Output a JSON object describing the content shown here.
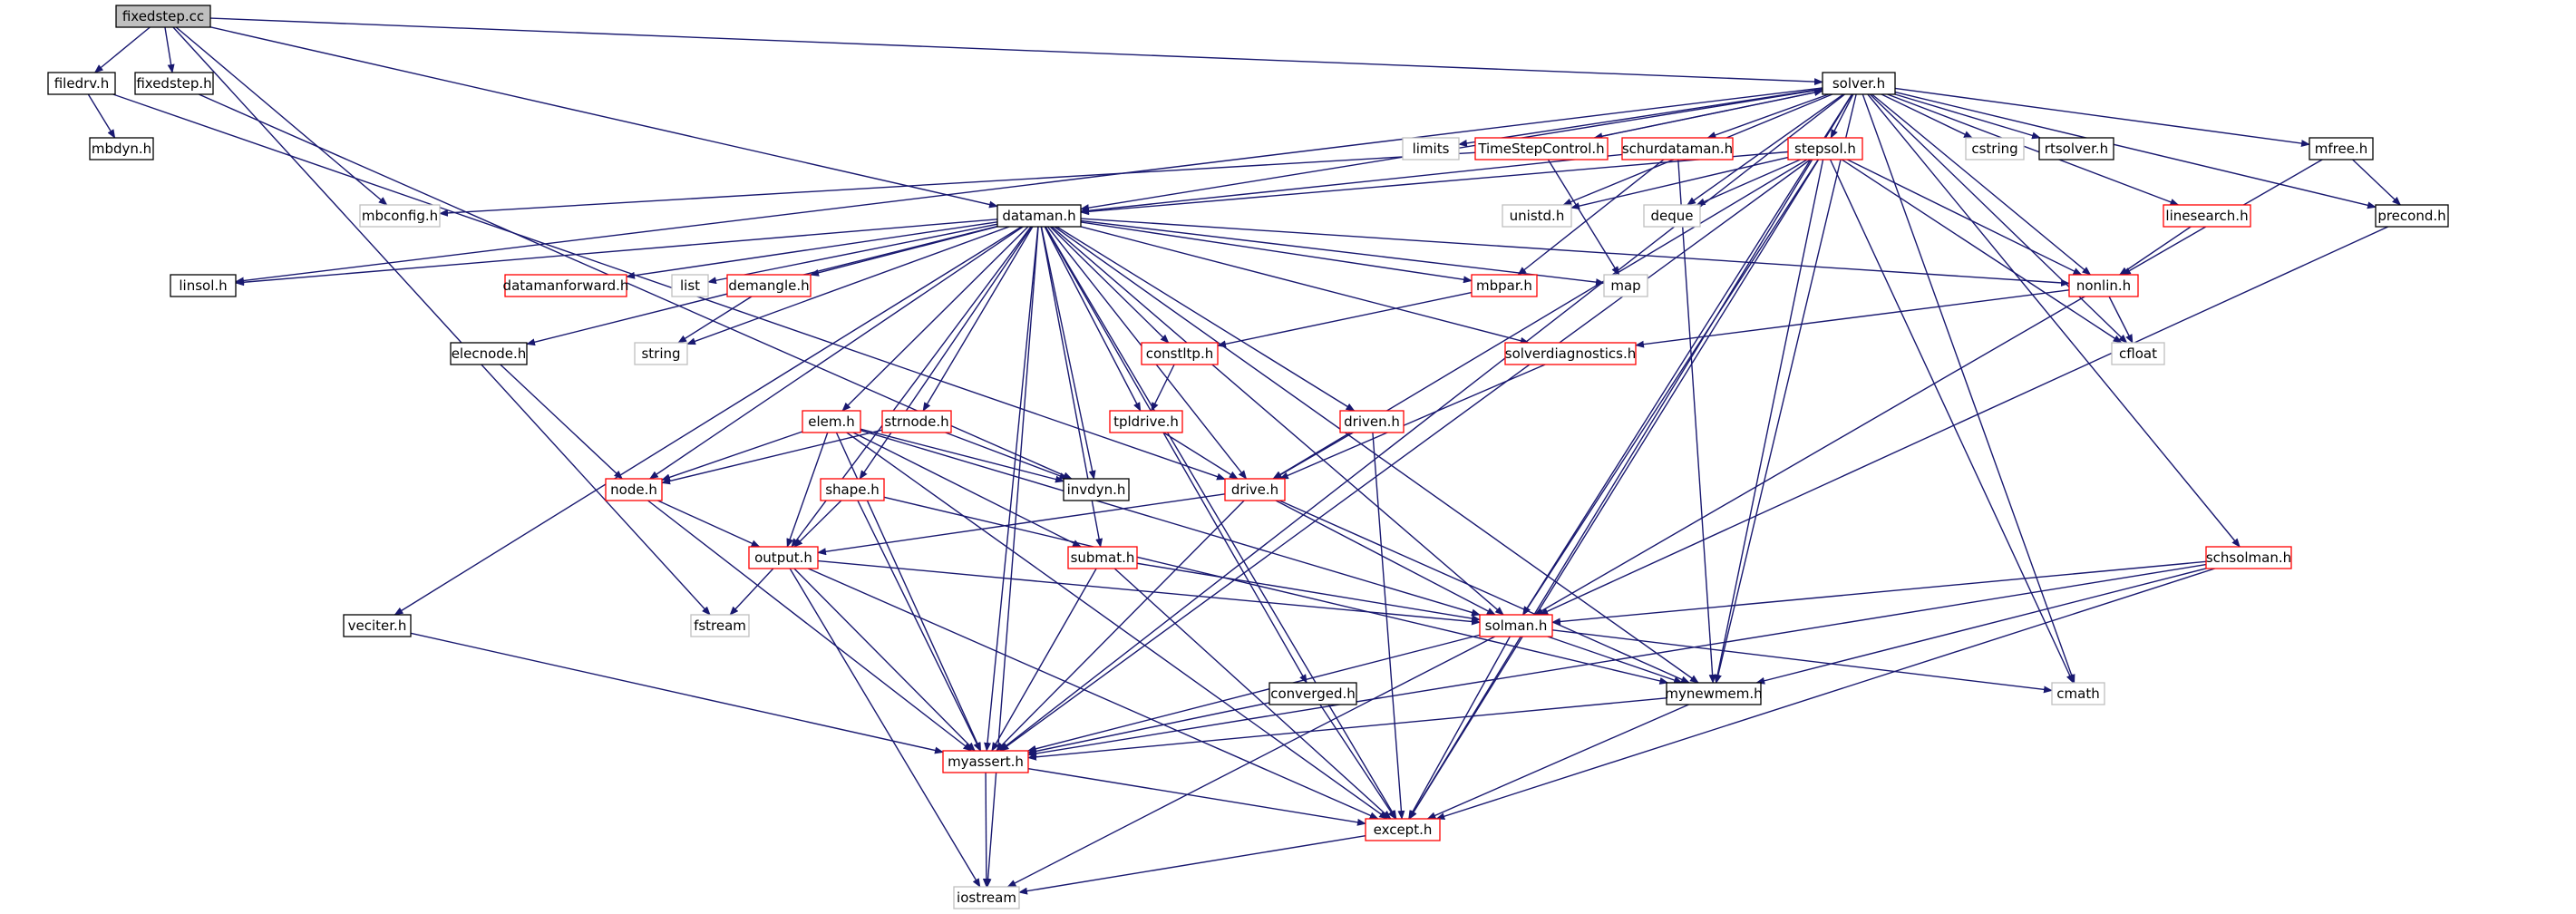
{
  "colors": {
    "edge": "#191970",
    "root_fill": "#bfbfbf",
    "box_black": "#000000",
    "box_red": "#ff0000",
    "box_gray": "#bfbfbf",
    "background": "#ffffff"
  },
  "nodes": [
    {
      "id": "fixedstep_cc",
      "label": "fixedstep.cc",
      "style": "root"
    },
    {
      "id": "filedrv_h",
      "label": "filedrv.h",
      "style": "black"
    },
    {
      "id": "fixedstep_h",
      "label": "fixedstep.h",
      "style": "black"
    },
    {
      "id": "mbdyn_h",
      "label": "mbdyn.h",
      "style": "black"
    },
    {
      "id": "solver_h",
      "label": "solver.h",
      "style": "black"
    },
    {
      "id": "limits",
      "label": "limits",
      "style": "gray"
    },
    {
      "id": "timestepcontrol_h",
      "label": "TimeStepControl.h",
      "style": "red"
    },
    {
      "id": "schurdataman_h",
      "label": "schurdataman.h",
      "style": "red"
    },
    {
      "id": "stepsol_h",
      "label": "stepsol.h",
      "style": "red"
    },
    {
      "id": "cstring",
      "label": "cstring",
      "style": "gray"
    },
    {
      "id": "rtsolver_h",
      "label": "rtsolver.h",
      "style": "black"
    },
    {
      "id": "mfree_h",
      "label": "mfree.h",
      "style": "black"
    },
    {
      "id": "mbconfig_h",
      "label": "mbconfig.h",
      "style": "gray"
    },
    {
      "id": "dataman_h",
      "label": "dataman.h",
      "style": "black"
    },
    {
      "id": "unistd_h",
      "label": "unistd.h",
      "style": "gray"
    },
    {
      "id": "deque",
      "label": "deque",
      "style": "gray"
    },
    {
      "id": "linesearch_h",
      "label": "linesearch.h",
      "style": "red"
    },
    {
      "id": "precond_h",
      "label": "precond.h",
      "style": "black"
    },
    {
      "id": "linsol_h",
      "label": "linsol.h",
      "style": "black"
    },
    {
      "id": "datamanforward_h",
      "label": "datamanforward.h",
      "style": "red"
    },
    {
      "id": "list",
      "label": "list",
      "style": "gray"
    },
    {
      "id": "demangle_h",
      "label": "demangle.h",
      "style": "red"
    },
    {
      "id": "mbpar_h",
      "label": "mbpar.h",
      "style": "red"
    },
    {
      "id": "map",
      "label": "map",
      "style": "gray"
    },
    {
      "id": "nonlin_h",
      "label": "nonlin.h",
      "style": "red"
    },
    {
      "id": "cfloat",
      "label": "cfloat",
      "style": "gray"
    },
    {
      "id": "elecnode_h",
      "label": "elecnode.h",
      "style": "black"
    },
    {
      "id": "string",
      "label": "string",
      "style": "gray"
    },
    {
      "id": "constltp_h",
      "label": "constltp.h",
      "style": "red"
    },
    {
      "id": "solverdiagnostics_h",
      "label": "solverdiagnostics.h",
      "style": "red"
    },
    {
      "id": "elem_h",
      "label": "elem.h",
      "style": "red"
    },
    {
      "id": "strnode_h",
      "label": "strnode.h",
      "style": "red"
    },
    {
      "id": "tpldrive_h",
      "label": "tpldrive.h",
      "style": "red"
    },
    {
      "id": "driven_h",
      "label": "driven.h",
      "style": "red"
    },
    {
      "id": "node_h",
      "label": "node.h",
      "style": "red"
    },
    {
      "id": "invdyn_h",
      "label": "invdyn.h",
      "style": "black"
    },
    {
      "id": "drive_h",
      "label": "drive.h",
      "style": "red"
    },
    {
      "id": "shape_h",
      "label": "shape.h",
      "style": "red"
    },
    {
      "id": "output_h",
      "label": "output.h",
      "style": "red"
    },
    {
      "id": "submat_h",
      "label": "submat.h",
      "style": "red"
    },
    {
      "id": "schsolman_h",
      "label": "schsolman.h",
      "style": "red"
    },
    {
      "id": "fstream",
      "label": "fstream",
      "style": "gray"
    },
    {
      "id": "veciter_h",
      "label": "veciter.h",
      "style": "black"
    },
    {
      "id": "solman_h",
      "label": "solman.h",
      "style": "red"
    },
    {
      "id": "converged_h",
      "label": "converged.h",
      "style": "black"
    },
    {
      "id": "mynewmem_h",
      "label": "mynewmem.h",
      "style": "black"
    },
    {
      "id": "cmath",
      "label": "cmath",
      "style": "gray"
    },
    {
      "id": "myassert_h",
      "label": "myassert.h",
      "style": "red"
    },
    {
      "id": "except_h",
      "label": "except.h",
      "style": "red"
    },
    {
      "id": "iostream",
      "label": "iostream",
      "style": "gray"
    }
  ],
  "edges": [
    [
      "fixedstep_cc",
      "filedrv_h"
    ],
    [
      "fixedstep_cc",
      "fixedstep_h"
    ],
    [
      "fixedstep_cc",
      "solver_h"
    ],
    [
      "fixedstep_cc",
      "mbconfig_h"
    ],
    [
      "fixedstep_cc",
      "dataman_h"
    ],
    [
      "fixedstep_cc",
      "fstream"
    ],
    [
      "filedrv_h",
      "mbdyn_h"
    ],
    [
      "filedrv_h",
      "drive_h"
    ],
    [
      "fixedstep_h",
      "invdyn_h"
    ],
    [
      "solver_h",
      "limits"
    ],
    [
      "solver_h",
      "timestepcontrol_h"
    ],
    [
      "solver_h",
      "schurdataman_h"
    ],
    [
      "solver_h",
      "stepsol_h"
    ],
    [
      "solver_h",
      "cstring"
    ],
    [
      "solver_h",
      "rtsolver_h"
    ],
    [
      "solver_h",
      "mfree_h"
    ],
    [
      "solver_h",
      "dataman_h"
    ],
    [
      "solver_h",
      "unistd_h"
    ],
    [
      "solver_h",
      "deque"
    ],
    [
      "solver_h",
      "linesearch_h"
    ],
    [
      "solver_h",
      "precond_h"
    ],
    [
      "solver_h",
      "linsol_h"
    ],
    [
      "solver_h",
      "nonlin_h"
    ],
    [
      "solver_h",
      "cfloat"
    ],
    [
      "solver_h",
      "schsolman_h"
    ],
    [
      "solver_h",
      "mynewmem_h"
    ],
    [
      "solver_h",
      "cmath"
    ],
    [
      "solver_h",
      "myassert_h"
    ],
    [
      "solver_h",
      "except_h"
    ],
    [
      "solver_h",
      "solman_h"
    ],
    [
      "timestepcontrol_h",
      "solver_h"
    ],
    [
      "timestepcontrol_h",
      "map"
    ],
    [
      "timestepcontrol_h",
      "mbconfig_h"
    ],
    [
      "schurdataman_h",
      "dataman_h"
    ],
    [
      "schurdataman_h",
      "mbpar_h"
    ],
    [
      "schurdataman_h",
      "mynewmem_h"
    ],
    [
      "stepsol_h",
      "dataman_h"
    ],
    [
      "stepsol_h",
      "unistd_h"
    ],
    [
      "stepsol_h",
      "deque"
    ],
    [
      "stepsol_h",
      "nonlin_h"
    ],
    [
      "stepsol_h",
      "cfloat"
    ],
    [
      "stepsol_h",
      "cmath"
    ],
    [
      "stepsol_h",
      "drive_h"
    ],
    [
      "stepsol_h",
      "solman_h"
    ],
    [
      "stepsol_h",
      "mynewmem_h"
    ],
    [
      "stepsol_h",
      "myassert_h"
    ],
    [
      "stepsol_h",
      "except_h"
    ],
    [
      "mfree_h",
      "precond_h"
    ],
    [
      "mfree_h",
      "nonlin_h"
    ],
    [
      "linesearch_h",
      "nonlin_h"
    ],
    [
      "precond_h",
      "solman_h"
    ],
    [
      "dataman_h",
      "linsol_h"
    ],
    [
      "dataman_h",
      "datamanforward_h"
    ],
    [
      "dataman_h",
      "list"
    ],
    [
      "dataman_h",
      "demangle_h"
    ],
    [
      "dataman_h",
      "mbpar_h"
    ],
    [
      "dataman_h",
      "map"
    ],
    [
      "dataman_h",
      "nonlin_h"
    ],
    [
      "dataman_h",
      "elecnode_h"
    ],
    [
      "dataman_h",
      "string"
    ],
    [
      "dataman_h",
      "constltp_h"
    ],
    [
      "dataman_h",
      "solverdiagnostics_h"
    ],
    [
      "dataman_h",
      "elem_h"
    ],
    [
      "dataman_h",
      "strnode_h"
    ],
    [
      "dataman_h",
      "tpldrive_h"
    ],
    [
      "dataman_h",
      "driven_h"
    ],
    [
      "dataman_h",
      "node_h"
    ],
    [
      "dataman_h",
      "invdyn_h"
    ],
    [
      "dataman_h",
      "drive_h"
    ],
    [
      "dataman_h",
      "shape_h"
    ],
    [
      "dataman_h",
      "output_h"
    ],
    [
      "dataman_h",
      "submat_h"
    ],
    [
      "dataman_h",
      "veciter_h"
    ],
    [
      "dataman_h",
      "solman_h"
    ],
    [
      "dataman_h",
      "converged_h"
    ],
    [
      "dataman_h",
      "mynewmem_h"
    ],
    [
      "dataman_h",
      "myassert_h"
    ],
    [
      "dataman_h",
      "except_h"
    ],
    [
      "dataman_h",
      "iostream"
    ],
    [
      "demangle_h",
      "string"
    ],
    [
      "mbpar_h",
      "constltp_h"
    ],
    [
      "nonlin_h",
      "cfloat"
    ],
    [
      "nonlin_h",
      "solverdiagnostics_h"
    ],
    [
      "nonlin_h",
      "solman_h"
    ],
    [
      "elecnode_h",
      "node_h"
    ],
    [
      "constltp_h",
      "tpldrive_h"
    ],
    [
      "solverdiagnostics_h",
      "drive_h"
    ],
    [
      "elem_h",
      "node_h"
    ],
    [
      "elem_h",
      "invdyn_h"
    ],
    [
      "elem_h",
      "output_h"
    ],
    [
      "elem_h",
      "submat_h"
    ],
    [
      "elem_h",
      "solman_h"
    ],
    [
      "elem_h",
      "myassert_h"
    ],
    [
      "elem_h",
      "except_h"
    ],
    [
      "strnode_h",
      "node_h"
    ],
    [
      "strnode_h",
      "invdyn_h"
    ],
    [
      "tpldrive_h",
      "drive_h"
    ],
    [
      "driven_h",
      "drive_h"
    ],
    [
      "driven_h",
      "except_h"
    ],
    [
      "node_h",
      "output_h"
    ],
    [
      "node_h",
      "myassert_h"
    ],
    [
      "drive_h",
      "output_h"
    ],
    [
      "drive_h",
      "solman_h"
    ],
    [
      "drive_h",
      "mynewmem_h"
    ],
    [
      "drive_h",
      "myassert_h"
    ],
    [
      "shape_h",
      "output_h"
    ],
    [
      "shape_h",
      "mynewmem_h"
    ],
    [
      "shape_h",
      "myassert_h"
    ],
    [
      "output_h",
      "fstream"
    ],
    [
      "output_h",
      "solman_h"
    ],
    [
      "output_h",
      "myassert_h"
    ],
    [
      "output_h",
      "except_h"
    ],
    [
      "output_h",
      "iostream"
    ],
    [
      "submat_h",
      "solman_h"
    ],
    [
      "submat_h",
      "myassert_h"
    ],
    [
      "submat_h",
      "except_h"
    ],
    [
      "schsolman_h",
      "solman_h"
    ],
    [
      "schsolman_h",
      "mynewmem_h"
    ],
    [
      "schsolman_h",
      "myassert_h"
    ],
    [
      "schsolman_h",
      "except_h"
    ],
    [
      "veciter_h",
      "myassert_h"
    ],
    [
      "solman_h",
      "mynewmem_h"
    ],
    [
      "solman_h",
      "cmath"
    ],
    [
      "solman_h",
      "myassert_h"
    ],
    [
      "solman_h",
      "except_h"
    ],
    [
      "solman_h",
      "iostream"
    ],
    [
      "converged_h",
      "myassert_h"
    ],
    [
      "converged_h",
      "except_h"
    ],
    [
      "mynewmem_h",
      "myassert_h"
    ],
    [
      "mynewmem_h",
      "except_h"
    ],
    [
      "myassert_h",
      "except_h"
    ],
    [
      "myassert_h",
      "iostream"
    ],
    [
      "except_h",
      "iostream"
    ]
  ]
}
